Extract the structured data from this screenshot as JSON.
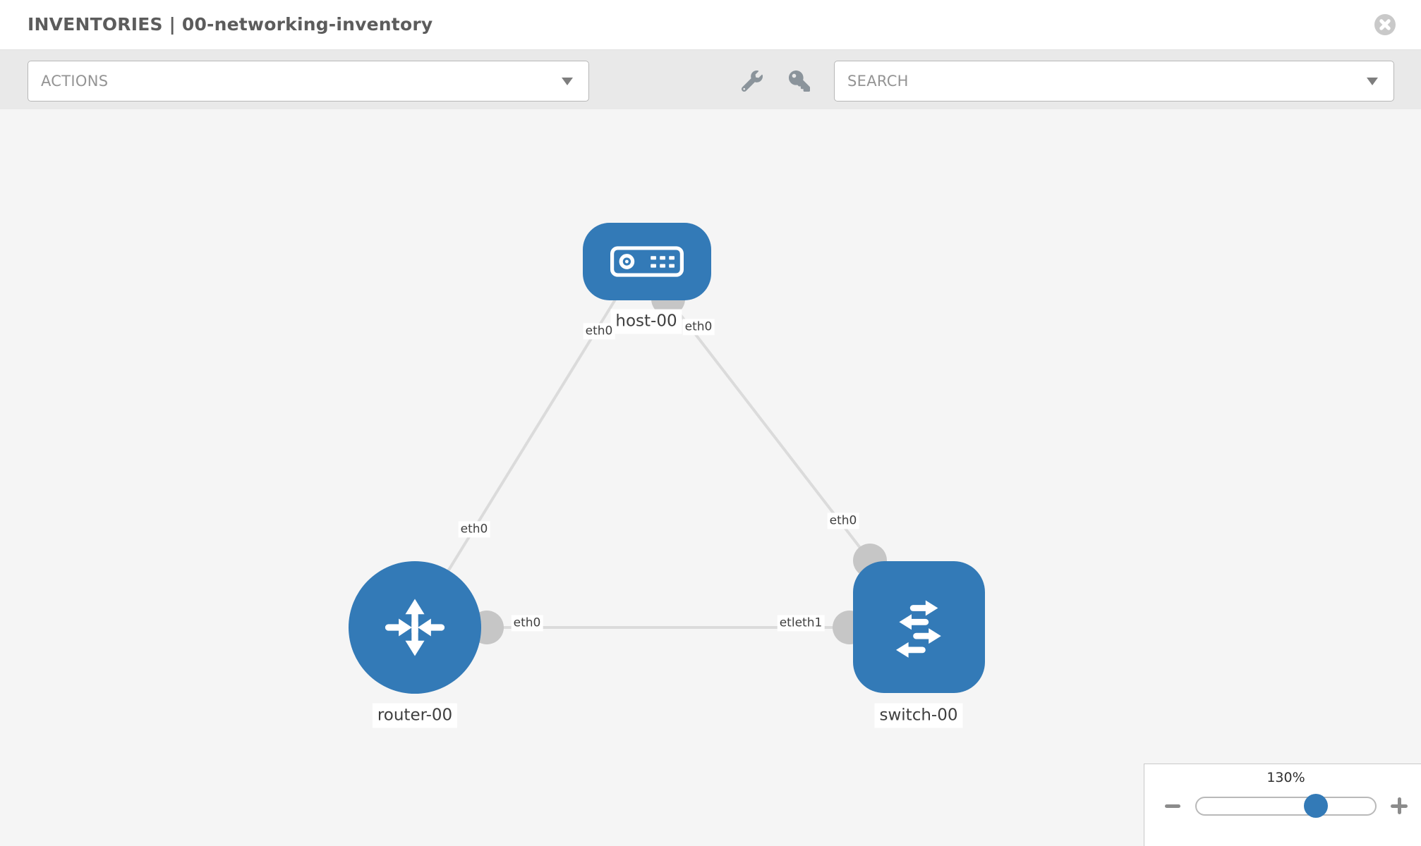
{
  "header": {
    "title": "INVENTORIES | 00-networking-inventory"
  },
  "toolbar": {
    "actions_label": "ACTIONS",
    "search_label": "SEARCH",
    "icons": [
      "wrench-icon",
      "key-icon"
    ]
  },
  "colors": {
    "node_blue": "#337ab7",
    "edge_gray": "#dbdbdb",
    "interface_dot_gray": "#c6c6c6",
    "canvas_gray": "#f5f5f5"
  },
  "topology": {
    "nodes": [
      {
        "id": "host-00",
        "type": "host",
        "label": "host-00"
      },
      {
        "id": "router-00",
        "type": "router",
        "label": "router-00"
      },
      {
        "id": "switch-00",
        "type": "switch",
        "label": "switch-00"
      }
    ],
    "edges": [
      {
        "from": "router-00",
        "to": "host-00"
      },
      {
        "from": "host-00",
        "to": "switch-00"
      },
      {
        "from": "router-00",
        "to": "switch-00"
      }
    ],
    "iface_labels": [
      {
        "text": "eth0"
      },
      {
        "text": "eth0"
      },
      {
        "text": "eth0"
      },
      {
        "text": "eth0"
      },
      {
        "text": "eth0"
      },
      {
        "text": "etleth1"
      }
    ]
  },
  "zoom_control": {
    "value": "130%"
  }
}
